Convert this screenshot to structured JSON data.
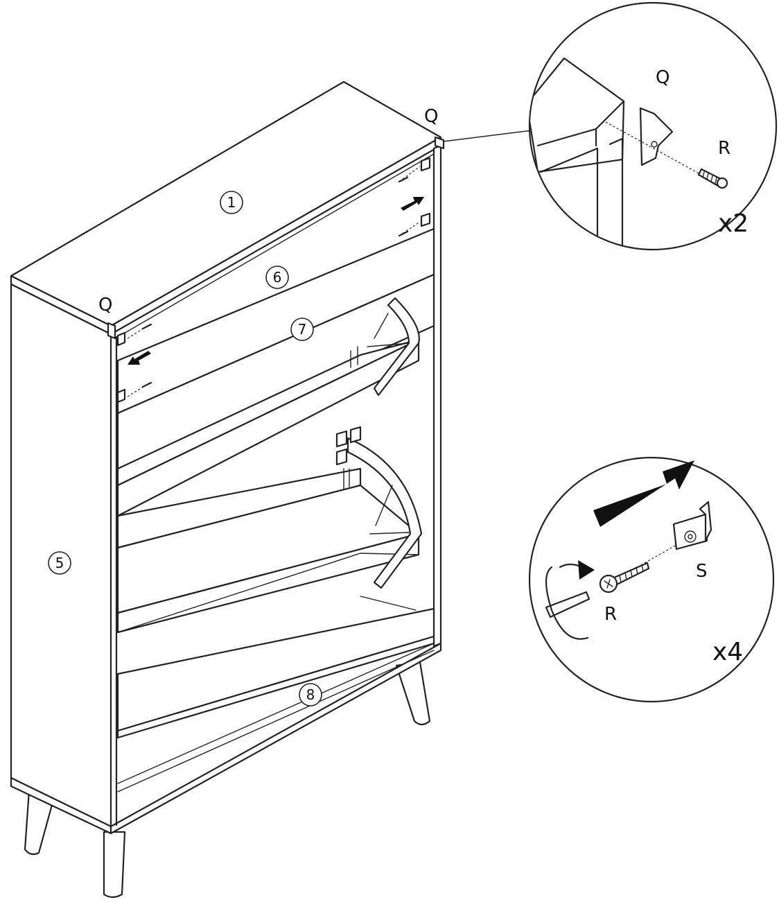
{
  "part_numbers": {
    "top_panel": "1",
    "side_panel": "5",
    "back_rail": "6",
    "upper_flap": "7",
    "base_rail": "8"
  },
  "callouts": {
    "bracket_top_right": "Q",
    "bracket_top_left": "Q"
  },
  "detail_bracket": {
    "bracket_label": "Q",
    "screw_label": "R",
    "quantity": "x2"
  },
  "detail_hinge": {
    "screw_label": "R",
    "part_label": "S",
    "quantity": "x4"
  }
}
